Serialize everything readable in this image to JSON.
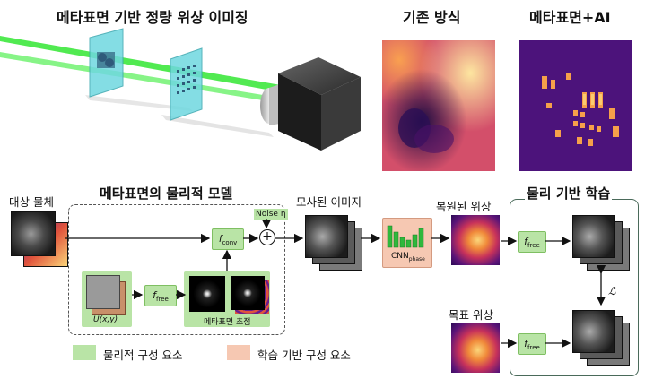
{
  "titles": {
    "main": "메타표면 기반 정량 위상 이미징",
    "conventional": "기존 방식",
    "metasurface_ai": "메타표면+AI"
  },
  "model": {
    "title": "메타표면의 물리적 모델",
    "noise": "Noise η",
    "f_conv": "f",
    "f_conv_sub": "conv",
    "f_free": "f",
    "f_free_sub": "free",
    "u_label": "U(x,y)",
    "metasurface_focus": "메타표면 초점"
  },
  "labels": {
    "target_object": "대상 물체",
    "simulated_image": "모사된 이미지",
    "cnn": "CNN",
    "cnn_sub": "phase",
    "recovered_phase": "복원된 위상",
    "target_phase": "목표 위상",
    "physics_learning": "물리 기반 학습",
    "loss_symbol": "ℒ",
    "f_free_a": "f",
    "f_free_a_sub": "free",
    "f_free_b": "f",
    "f_free_b_sub": "free"
  },
  "legend": {
    "physical": "물리적 구성 요소",
    "learning": "학습 기반 구성 요소"
  },
  "colors": {
    "physical": "#b9e4a6",
    "learning": "#f6c8b2",
    "laser": "#3ee83e",
    "metasurface_plate": "#6fd8e0"
  }
}
